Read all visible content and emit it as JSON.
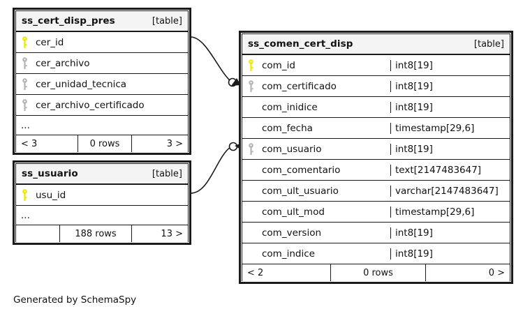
{
  "diagram": {
    "caption": "Generated by SchemaSpy",
    "table_tag": "[table]",
    "ellipsis": "...",
    "colors": {
      "primary_key": "#e8e800",
      "foreign_key": "#b3b3b3",
      "border": "#1a1a1a",
      "header_bg": "#f4f4f4",
      "background": "#ffffff"
    }
  },
  "tables": [
    {
      "name": "ss_cert_disp_pres",
      "tag": "[table]",
      "columns": [
        {
          "name": "cer_id",
          "type": "",
          "key": "primary"
        },
        {
          "name": "cer_archivo",
          "type": "",
          "key": "foreign"
        },
        {
          "name": "cer_unidad_tecnica",
          "type": "",
          "key": "foreign"
        },
        {
          "name": "cer_archivo_certificado",
          "type": "",
          "key": "foreign"
        }
      ],
      "has_more": true,
      "footer": {
        "left": "< 3",
        "middle": "0 rows",
        "right": "3 >"
      }
    },
    {
      "name": "ss_usuario",
      "tag": "[table]",
      "columns": [
        {
          "name": "usu_id",
          "type": "",
          "key": "primary"
        }
      ],
      "has_more": true,
      "footer": {
        "left": "",
        "middle": "188 rows",
        "right": "13 >"
      }
    },
    {
      "name": "ss_comen_cert_disp",
      "tag": "[table]",
      "columns": [
        {
          "name": "com_id",
          "type": "int8[19]",
          "key": "primary"
        },
        {
          "name": "com_certificado",
          "type": "int8[19]",
          "key": "foreign"
        },
        {
          "name": "com_inidice",
          "type": "int8[19]",
          "key": "none"
        },
        {
          "name": "com_fecha",
          "type": "timestamp[29,6]",
          "key": "none"
        },
        {
          "name": "com_usuario",
          "type": "int8[19]",
          "key": "foreign"
        },
        {
          "name": "com_comentario",
          "type": "text[2147483647]",
          "key": "none"
        },
        {
          "name": "com_ult_usuario",
          "type": "varchar[2147483647]",
          "key": "none"
        },
        {
          "name": "com_ult_mod",
          "type": "timestamp[29,6]",
          "key": "none"
        },
        {
          "name": "com_version",
          "type": "int8[19]",
          "key": "none"
        },
        {
          "name": "com_indice",
          "type": "int8[19]",
          "key": "none"
        }
      ],
      "has_more": false,
      "footer": {
        "left": "< 2",
        "middle": "0 rows",
        "right": "0 >"
      }
    }
  ],
  "relationships": [
    {
      "from": "ss_cert_disp_pres.cer_id",
      "to": "ss_comen_cert_disp.com_certificado"
    },
    {
      "from": "ss_usuario.usu_id",
      "to": "ss_comen_cert_disp.com_usuario"
    }
  ]
}
